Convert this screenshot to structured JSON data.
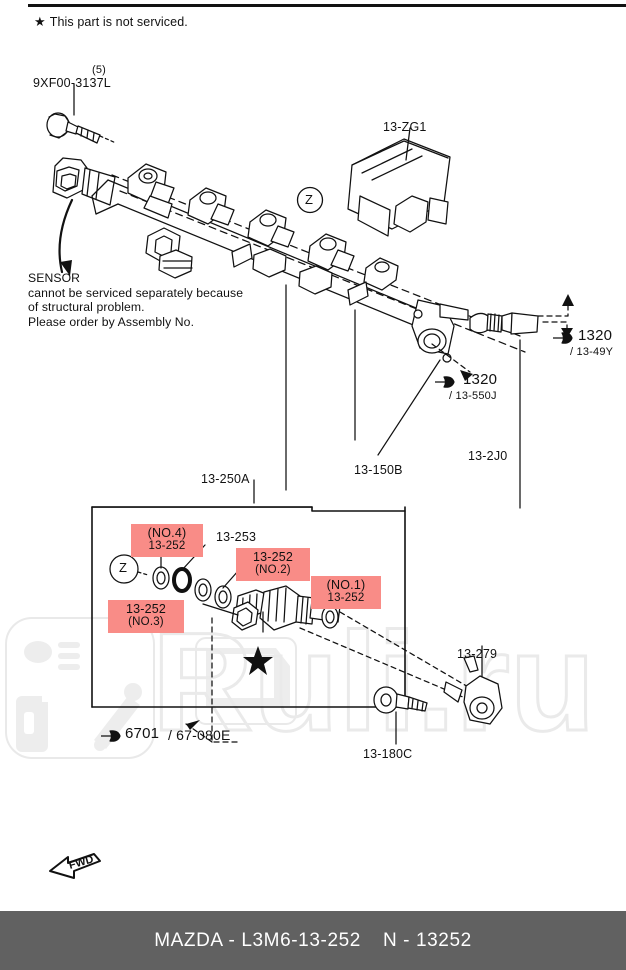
{
  "document": {
    "note": {
      "icon": "star-icon",
      "text": "This part is not serviced."
    },
    "sensor_note": {
      "title": "SENSOR",
      "line1": "cannot be serviced separately because",
      "line2": "of structural problem.",
      "line3": "Please order by Assembly No."
    },
    "fwd_marker": "FWD"
  },
  "callouts": {
    "bolt_top": {
      "part": "9XF00-3137L",
      "qty": "(5)"
    },
    "cover": {
      "part": "13-ZG1"
    },
    "rail": {
      "part": "13-150B"
    },
    "pipe": {
      "part": "13-2J0"
    },
    "grommet_right": {
      "ref": "1320",
      "sub": "/ 13-49Y"
    },
    "grommet_lower": {
      "ref": "1320",
      "sub": "/ 13-550J"
    },
    "detail_box": {
      "part": "13-250A"
    },
    "clip_inner": {
      "part": "13-253"
    },
    "clip_outer": {
      "part": "13-279"
    },
    "bolt_lower": {
      "part": "13-180C"
    },
    "oil_ref": {
      "ref": "6701",
      "sub": "/ 67-080E"
    },
    "circle_z_top": "Z",
    "circle_z_detail": "Z"
  },
  "highlights": [
    {
      "id": "no4",
      "part": "13-252",
      "note": "(NO.4)",
      "note_first": true
    },
    {
      "id": "no2",
      "part": "13-252",
      "note": "(NO.2)",
      "note_first": false
    },
    {
      "id": "no1",
      "part": "13-252",
      "note": "(NO.1)",
      "note_first": true
    },
    {
      "id": "no3",
      "part": "13-252",
      "note": "(NO.3)",
      "note_first": false
    }
  ],
  "footer": {
    "brand_part": "MAZDA - L3M6-13-252",
    "catalog": "N - 13252"
  },
  "watermark": {
    "text": "Ruli.ru"
  },
  "colors": {
    "highlight": "#F98C87",
    "footer_bg": "#616161",
    "ink": "#111111",
    "watermark": "#ECECEC"
  }
}
